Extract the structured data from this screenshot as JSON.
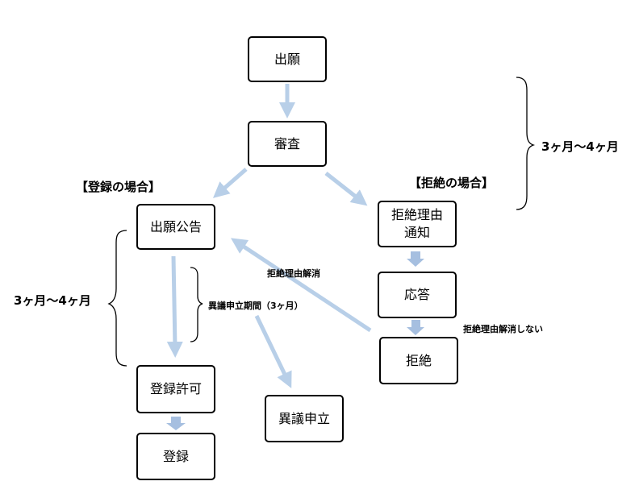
{
  "nodes": {
    "application": "出願",
    "examination": "審査",
    "publication": "出願公告",
    "registration_permission": "登録許可",
    "registration": "登録",
    "opposition": "異議申立",
    "refusal_notice": "拒絶理由\n通知",
    "response": "応答",
    "refusal": "拒絶"
  },
  "labels": {
    "case_registration": "【登録の場合】",
    "case_refusal": "【拒絶の場合】",
    "duration_right": "3ヶ月〜4ヶ月",
    "duration_left": "3ヶ月〜4ヶ月",
    "opposition_period": "異議申立期間（3ヶ月）",
    "reason_resolved": "拒絶理由解消",
    "reason_not_resolved": "拒絶理由解消しない"
  },
  "colors": {
    "arrow": "#b8cfe8",
    "block_arrow": "#a6bfe0",
    "border": "#000000"
  }
}
